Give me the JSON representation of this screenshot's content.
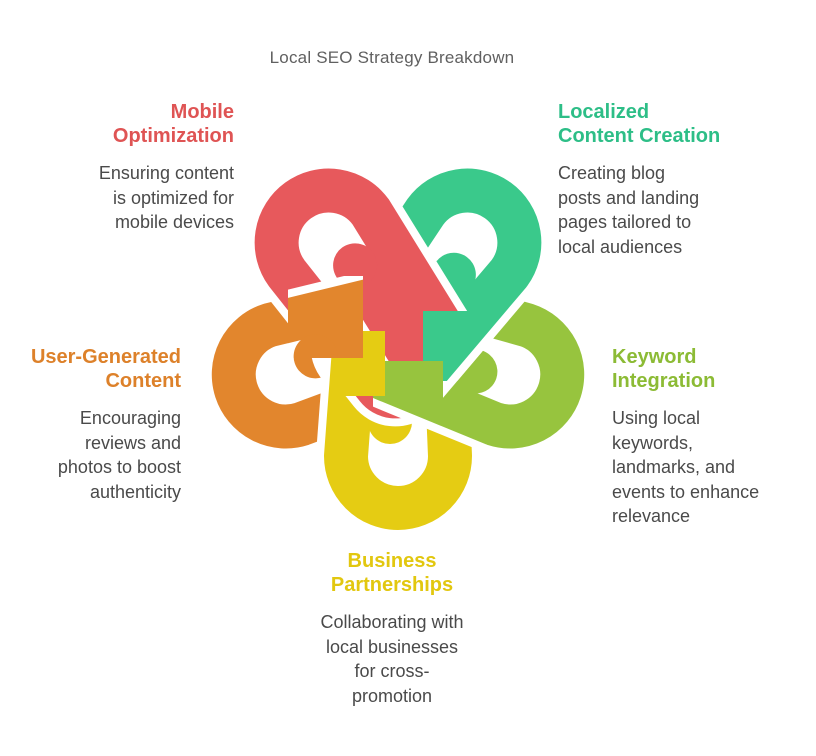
{
  "title": "Local SEO Strategy Breakdown",
  "sections": {
    "mobile": {
      "heading": "Mobile\nOptimization",
      "body": "Ensuring content\nis optimized for\nmobile devices",
      "color": "#DF5454"
    },
    "localized": {
      "heading": "Localized\nContent Creation",
      "body": "Creating blog\nposts and landing\npages tailored to\nlocal audiences",
      "color": "#2DBE87"
    },
    "keyword": {
      "heading": "Keyword\nIntegration",
      "body": "Using local\nkeywords,\nlandmarks, and\nevents to enhance\nrelevance",
      "color": "#8CBB35"
    },
    "business": {
      "heading": "Business\nPartnerships",
      "body": "Collaborating with\nlocal businesses\nfor cross-\npromotion",
      "color": "#E2C70F"
    },
    "usergen": {
      "heading": "User-Generated\nContent",
      "body": "Encouraging\nreviews and\nphotos to boost\nauthenticity",
      "color": "#DD812A"
    }
  },
  "knot": {
    "loops": [
      {
        "id": "red",
        "name": "mobile-optimization-loop",
        "color": "#E7595C"
      },
      {
        "id": "green",
        "name": "localized-content-loop",
        "color": "#3AC98B"
      },
      {
        "id": "lime",
        "name": "keyword-integration-loop",
        "color": "#97C43E"
      },
      {
        "id": "yellow",
        "name": "business-partnerships-loop",
        "color": "#E5CC13"
      },
      {
        "id": "orange",
        "name": "user-generated-loop",
        "color": "#E2862D"
      }
    ],
    "outline_color": "#FFFFFF",
    "background_color": "#FFFFFF"
  }
}
